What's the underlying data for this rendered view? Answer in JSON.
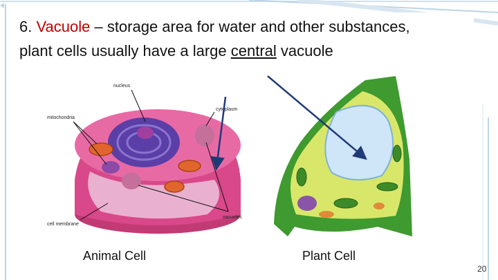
{
  "title": {
    "number": "6.",
    "keyword": "Vacuole",
    "line1_rest": " – storage area for water and other substances,",
    "line2_before": "plant cells usually have a large ",
    "line2_underlined": "central",
    "line2_after": " vacuole"
  },
  "animal_cell": {
    "caption": "Animal Cell",
    "labels": {
      "nucleus": "nucleus",
      "cytoplasm": "cytoplasm",
      "mitochondria": "mitochondria",
      "cell_membrane": "cell membrane",
      "vacuoles": "vacuoles"
    }
  },
  "plant_cell": {
    "caption": "Plant Cell"
  },
  "page_number": "20",
  "colors": {
    "keyword": "#c00000",
    "arrow": "#1f3a78",
    "decoration": "#bcd4e6"
  }
}
